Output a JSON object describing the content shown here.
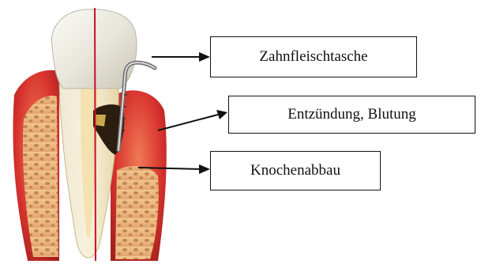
{
  "diagram": {
    "labels": {
      "pocket": "Zahnfleischtasche",
      "inflammation": "Entzündung, Blutung",
      "bone_loss": "Knochenabbau"
    }
  },
  "colors": {
    "enamel": "#e9e7dc",
    "dentin": "#efe2b6",
    "gum": "#d7322e",
    "bone": "#e9b98a",
    "tartar": "#2b1d10",
    "midline": "#c8102e"
  },
  "icons": {
    "probe": "periodontal-probe-icon",
    "arrow": "arrow-right-icon"
  }
}
